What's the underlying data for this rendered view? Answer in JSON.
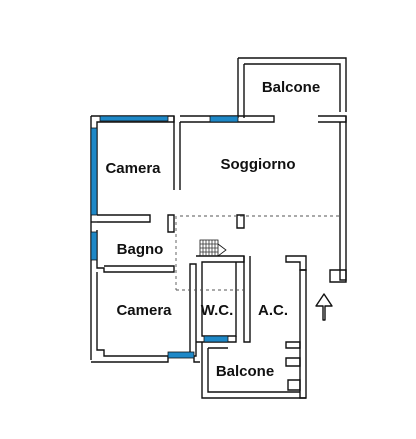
{
  "floorplan": {
    "window_color": "#1e88c7",
    "wall_color": "#111111",
    "background": "#ffffff",
    "entrance_arrow": "up-arrow-icon",
    "rooms": {
      "balcone_top": "Balcone",
      "soggiorno": "Soggiorno",
      "camera_top": "Camera",
      "bagno": "Bagno",
      "camera_bottom": "Camera",
      "wc": "W.C.",
      "ac": "A.C.",
      "balcone_bottom": "Balcone"
    }
  }
}
